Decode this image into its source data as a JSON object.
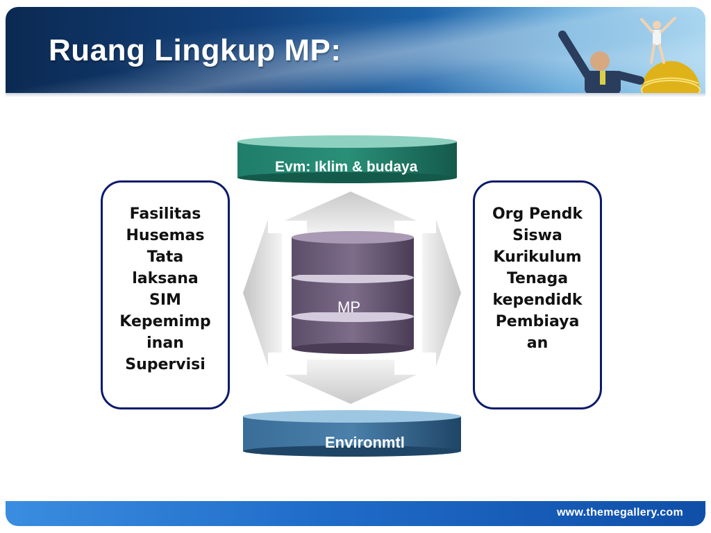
{
  "slide": {
    "title": "Ruang Lingkup MP:",
    "footer_url": "www.themegallery.com"
  },
  "diagram": {
    "top_cylinder_label": "Evm: Iklim & budaya",
    "bottom_cylinder_label": "Environmtl",
    "center_label": "MP",
    "left_box_lines": [
      "Fasilitas",
      "Husemas",
      "Tata",
      "laksana",
      "SIM",
      "Kepemimp",
      "inan",
      "Supervisi"
    ],
    "right_box_lines": [
      "Org Pendk",
      "Siswa",
      "Kurikulum",
      "Tenaga",
      "kependidk",
      "Pembiaya",
      "an"
    ]
  },
  "colors": {
    "header_dark": "#0b2a52",
    "box_border": "#0b1a6a",
    "top_cylinder": "#1b7a66",
    "bottom_cylinder": "#2f5f88",
    "center_cylinder": "#6a5a76",
    "footer": "#1f6cc8"
  }
}
